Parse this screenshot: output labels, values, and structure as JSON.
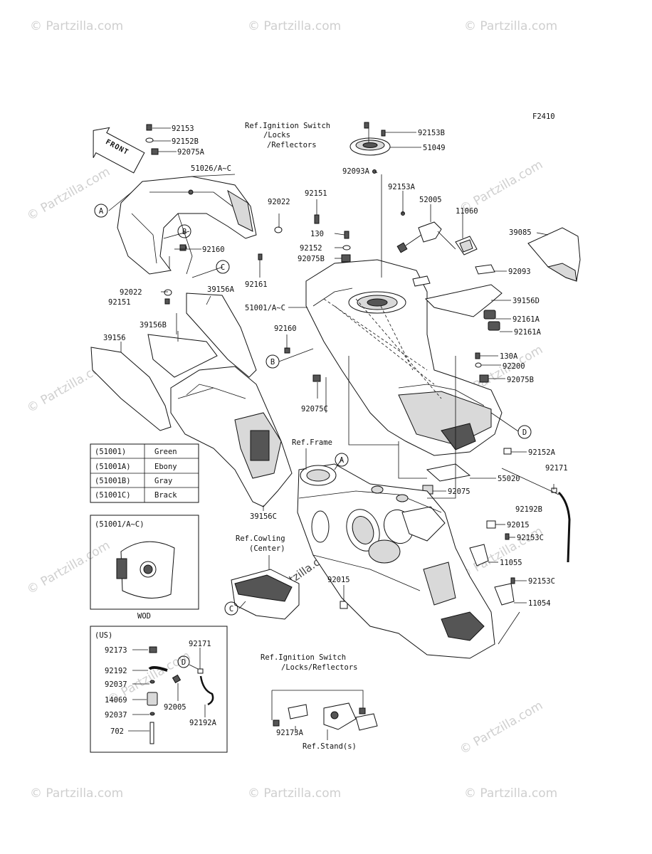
{
  "figure_code": "F2410",
  "front_label": "FRONT",
  "watermark": "© Partzilla.com",
  "center_watermark": "© Partzilla.com",
  "callouts": {
    "a": "A",
    "b": "B",
    "c": "C",
    "d": "D"
  },
  "refs": {
    "ignition_top": [
      "Ref.Ignition Switch",
      "/Locks",
      "/Reflectors"
    ],
    "frame": "Ref.Frame",
    "cowling": [
      "Ref.Cowling",
      "(Center)"
    ],
    "ignition_bottom": [
      "Ref.Ignition Switch",
      "/Locks/Reflectors"
    ],
    "stand": "Ref.Stand(s)"
  },
  "labels": {
    "p92153": "92153",
    "p92152B": "92152B",
    "p92075A": "92075A",
    "p51026": "51026/A~C",
    "p92022_top": "92022",
    "p92151_top": "92151",
    "p130": "130",
    "p92152": "92152",
    "p92075B_top": "92075B",
    "p92160_left": "92160",
    "p92161": "92161",
    "p92022_left": "92022",
    "p92151_left": "92151",
    "p39156A": "39156A",
    "p39156B": "39156B",
    "p39156": "39156",
    "p51001": "51001/A~C",
    "p92160_mid": "92160",
    "p92075C": "92075C",
    "p39156C": "39156C",
    "p92153B": "92153B",
    "p51049": "51049",
    "p92093A": "92093A",
    "p92153A": "92153A",
    "p52005": "52005",
    "p11060": "11060",
    "p39085": "39085",
    "p92093": "92093",
    "p39156D": "39156D",
    "p92161A_1": "92161A",
    "p92161A_2": "92161A",
    "p130A": "130A",
    "p92200": "92200",
    "p92075B_right": "92075B",
    "p92152A": "92152A",
    "p92171_right": "92171",
    "p55020": "55020",
    "p92075": "92075",
    "p92192B": "92192B",
    "p92015_right": "92015",
    "p92153C_1": "92153C",
    "p11055": "11055",
    "p92153C_2": "92153C",
    "p11054": "11054",
    "p92015_mid": "92015",
    "p92173A": "92173A"
  },
  "color_table": {
    "rows": [
      {
        "code": "(51001)",
        "color": "Green"
      },
      {
        "code": "(51001A)",
        "color": "Ebony"
      },
      {
        "code": "(51001B)",
        "color": "Gray"
      },
      {
        "code": "(51001C)",
        "color": "Brack"
      }
    ]
  },
  "inset_wod": {
    "title": "(51001/A~C)",
    "caption": "WOD"
  },
  "inset_us": {
    "title": "(US)",
    "parts": [
      "92173",
      "92192",
      "92037",
      "14069",
      "92037",
      "702",
      "92171",
      "92005",
      "92192A"
    ],
    "callout": "D"
  }
}
